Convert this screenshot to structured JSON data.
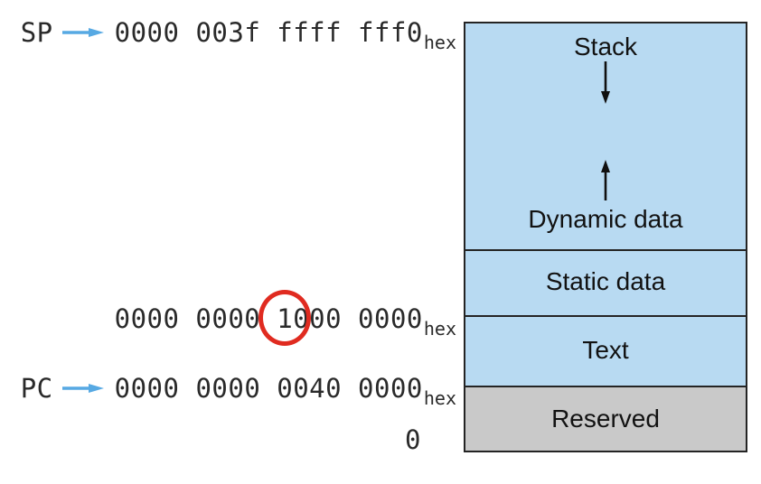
{
  "colors": {
    "region_blue": "#b8daf2",
    "reserved_gray": "#c9c9c9",
    "pointer_blue": "#57a9e3",
    "highlight_red": "#e02b20",
    "border_dark": "#242424"
  },
  "sp_line": {
    "label": "SP",
    "address": "0000 003f ffff fff0",
    "base": "hex"
  },
  "mid_line": {
    "address_prefix": "0000 0000 ",
    "address_circled": "1",
    "address_suffix": "000 0000",
    "base": "hex"
  },
  "pc_line": {
    "label": "PC",
    "address": "0000 0000 0040 0000",
    "base": "hex"
  },
  "origin_label": "0",
  "memory_map": {
    "stack_label": "Stack",
    "dynamic_label": "Dynamic data",
    "static_label": "Static data",
    "text_label": "Text",
    "reserved_label": "Reserved"
  }
}
